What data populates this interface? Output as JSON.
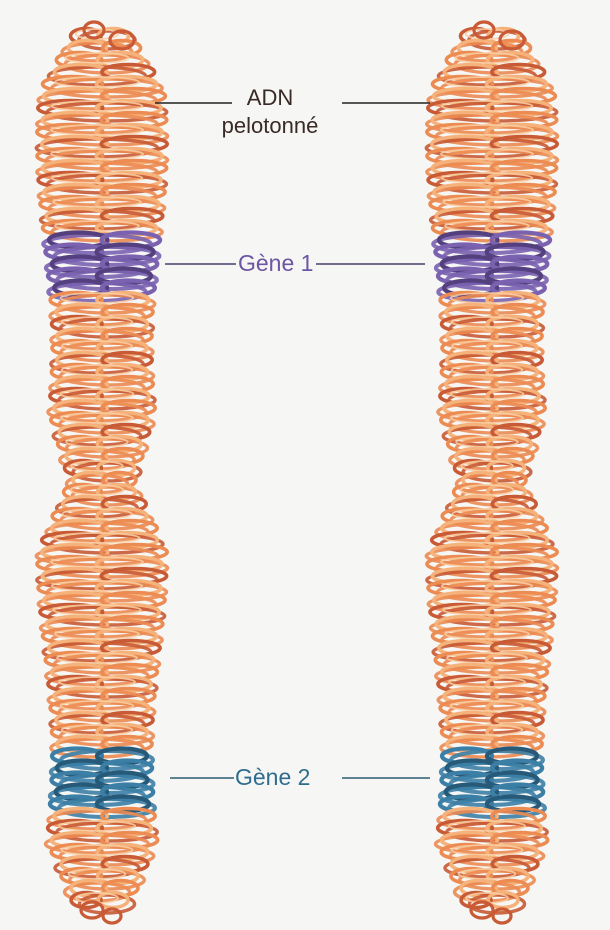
{
  "labels": {
    "dna_line1": "ADN",
    "dna_line2": "pelotonné",
    "gene1": "Gène 1",
    "gene2": "Gène 2"
  },
  "colors": {
    "background": "#f6f6f4",
    "dna_light": "#f5b27a",
    "dna_mid": "#ec8b52",
    "dna_dark": "#c85a35",
    "gene1": "#7a62b0",
    "gene1_dark": "#54407e",
    "gene2": "#3c7fa6",
    "gene2_dark": "#275a78",
    "leader_line": "#222222"
  },
  "chromatids": [
    "left-chromatid",
    "right-chromatid"
  ],
  "gene_bands": [
    "gene1",
    "gene2"
  ]
}
